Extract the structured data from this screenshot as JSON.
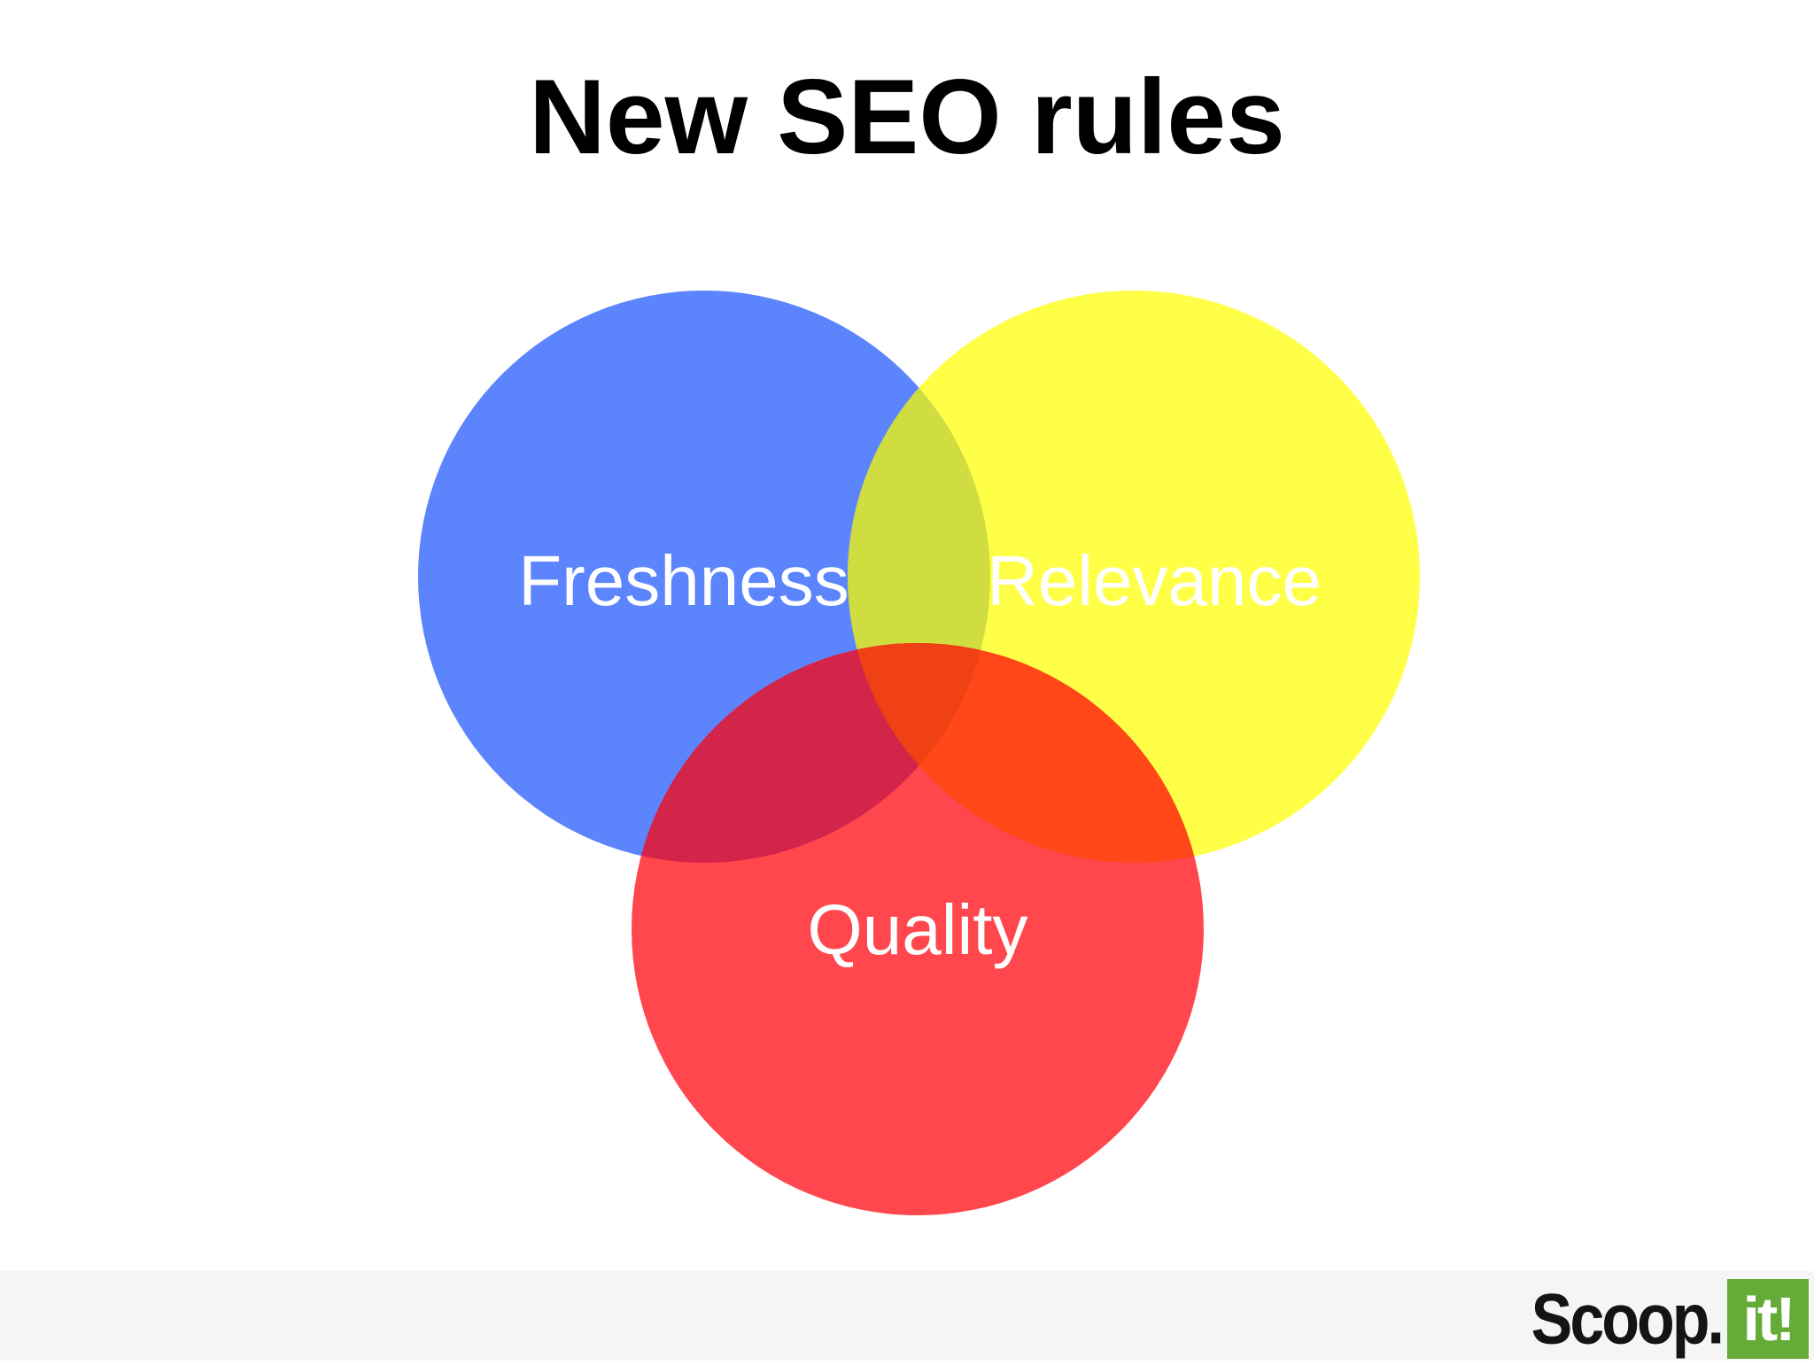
{
  "slide": {
    "title": "New SEO rules"
  },
  "venn": {
    "sets": [
      {
        "id": "freshness",
        "label": "Freshness",
        "color": "#5b84fd"
      },
      {
        "id": "relevance",
        "label": "Relevance",
        "color": "#ffff47"
      },
      {
        "id": "quality",
        "label": "Quality",
        "color": "#ff474d"
      }
    ],
    "overlap_colors": {
      "freshness_relevance": "#cfdd41",
      "freshness_quality": "#d3244a",
      "relevance_quality": "#ff4717",
      "all_three": "#ef4114"
    }
  },
  "footer": {
    "logo_word": "Scoop.",
    "logo_badge": "it!",
    "badge_color": "#65ab38",
    "background": "#f5f5f6"
  }
}
